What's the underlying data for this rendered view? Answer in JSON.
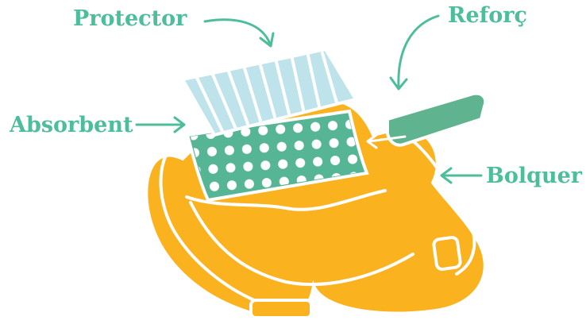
{
  "labels": {
    "protector": "Protector",
    "reforc": "Reforç",
    "absorbent": "Absorbent",
    "bolquer": "Bolquer"
  },
  "colors": {
    "label_teal": "#4ebd9c",
    "diaper_yellow": "#fbb21f",
    "outline_white": "#ffffff",
    "absorbent_green": "#56b594",
    "protector_blue": "#bfe3ea",
    "reinforcement_green": "#5fb48f"
  }
}
